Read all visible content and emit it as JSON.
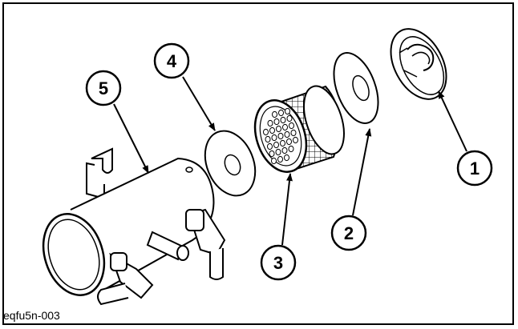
{
  "figure_code": "eqfu5n-003",
  "callouts": [
    "1",
    "2",
    "3",
    "4",
    "5"
  ],
  "colors": {
    "line": "#000000",
    "fill": "#ffffff"
  }
}
